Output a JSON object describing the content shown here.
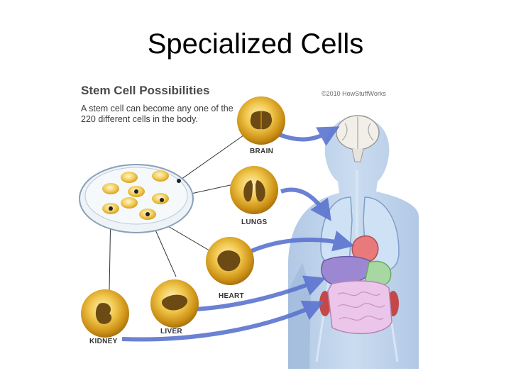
{
  "slide": {
    "title": "Specialized Cells"
  },
  "infographic": {
    "heading": "Stem Cell Possibilities",
    "description": "A stem cell can become any one of the 220 different cells in the body.",
    "copyright": "©2010 HowStuffWorks",
    "cells": [
      {
        "id": "brain",
        "label": "BRAIN"
      },
      {
        "id": "lungs",
        "label": "LUNGS"
      },
      {
        "id": "heart",
        "label": "HEART"
      },
      {
        "id": "liver",
        "label": "LIVER"
      },
      {
        "id": "kidney",
        "label": "KIDNEY"
      }
    ],
    "colors": {
      "body_silhouette": "#b9cfe8",
      "arrow": "#5b74cf",
      "cell_gold": "#e0a81a",
      "cell_nucleus": "#6b4a14",
      "lungs": "#c8dcf2",
      "heart": "#e8787a",
      "liver": "#9a86d0",
      "stomach": "#a8d8a0",
      "intestine": "#e8c8e8"
    }
  }
}
